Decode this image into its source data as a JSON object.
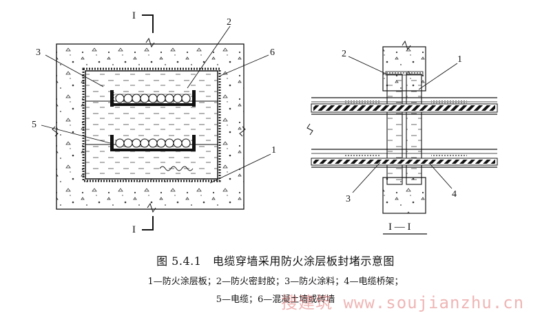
{
  "labels": {
    "section_mark": "I",
    "section_title": "I — I",
    "n1": "1",
    "n2": "2",
    "n3": "3",
    "n4": "4",
    "n5": "5",
    "n6": "6"
  },
  "caption": {
    "title": "图 5.4.1　电缆穿墙采用防火涂层板封堵示意图",
    "legend_line1": "1—防火涂层板；2—防火密封胶；3—防火涂料；4—电缆桥架；",
    "legend_line2": "5—电缆；6—混凝土墙或砖墙"
  },
  "watermark": "搜建筑 www.soujianzhu.cn"
}
